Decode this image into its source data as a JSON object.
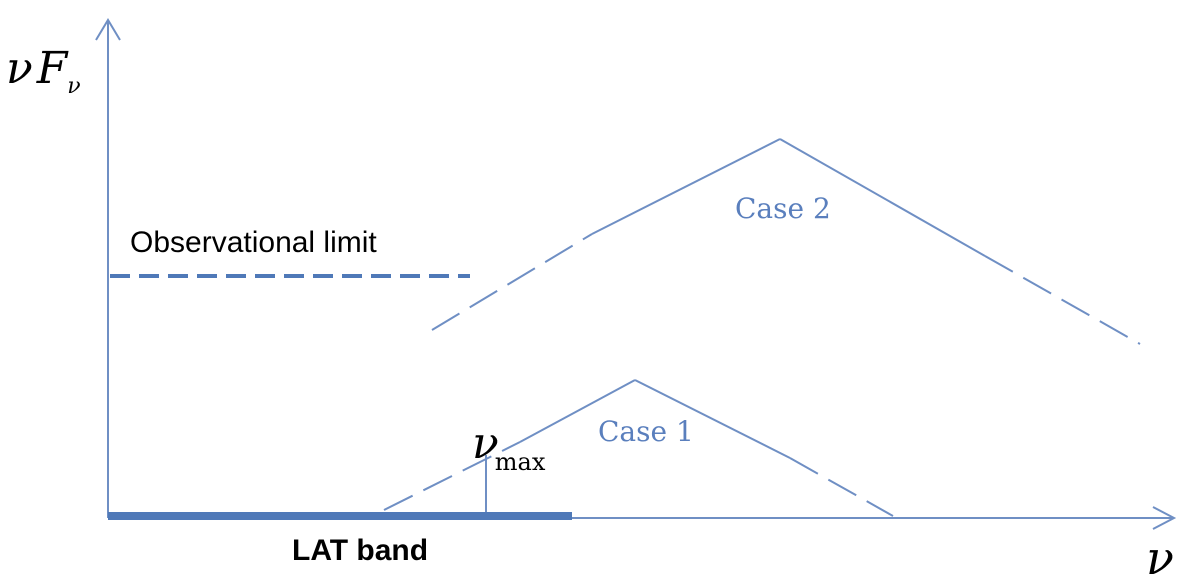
{
  "labels": {
    "y_axis_var": "ν",
    "y_axis_F": "F",
    "y_axis_sub": "ν",
    "x_axis": "ν",
    "observational_limit": "Observational limit",
    "case1": "Case 1",
    "case2": "Case 2",
    "nu_max_symbol": "ν",
    "nu_max_sub": "max",
    "lat_band": "LAT band"
  },
  "colors": {
    "axis": "#6f8fc4",
    "line": "#6f8fc4",
    "dashed_limit": "#4f79b8",
    "lat_band": "#4f79b8",
    "case_text": "#5a7fbd",
    "text": "#000000"
  }
}
